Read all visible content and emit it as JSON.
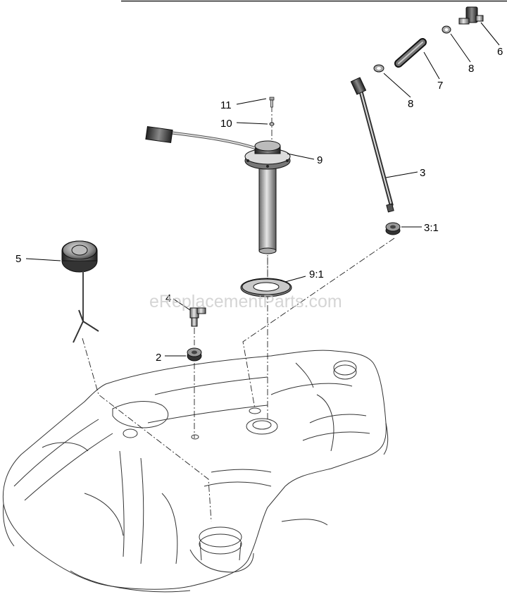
{
  "diagram": {
    "watermark": "eReplacementParts.com",
    "callouts": [
      {
        "id": "c11",
        "label": "11"
      },
      {
        "id": "c10",
        "label": "10"
      },
      {
        "id": "c9",
        "label": "9"
      },
      {
        "id": "c3",
        "label": "3"
      },
      {
        "id": "c31",
        "label": "3:1"
      },
      {
        "id": "c91",
        "label": "9:1"
      },
      {
        "id": "c5",
        "label": "5"
      },
      {
        "id": "c4",
        "label": "4"
      },
      {
        "id": "c2",
        "label": "2"
      },
      {
        "id": "c6",
        "label": "6"
      },
      {
        "id": "c8a",
        "label": "8"
      },
      {
        "id": "c7",
        "label": "7"
      },
      {
        "id": "c8b",
        "label": "8"
      }
    ]
  }
}
